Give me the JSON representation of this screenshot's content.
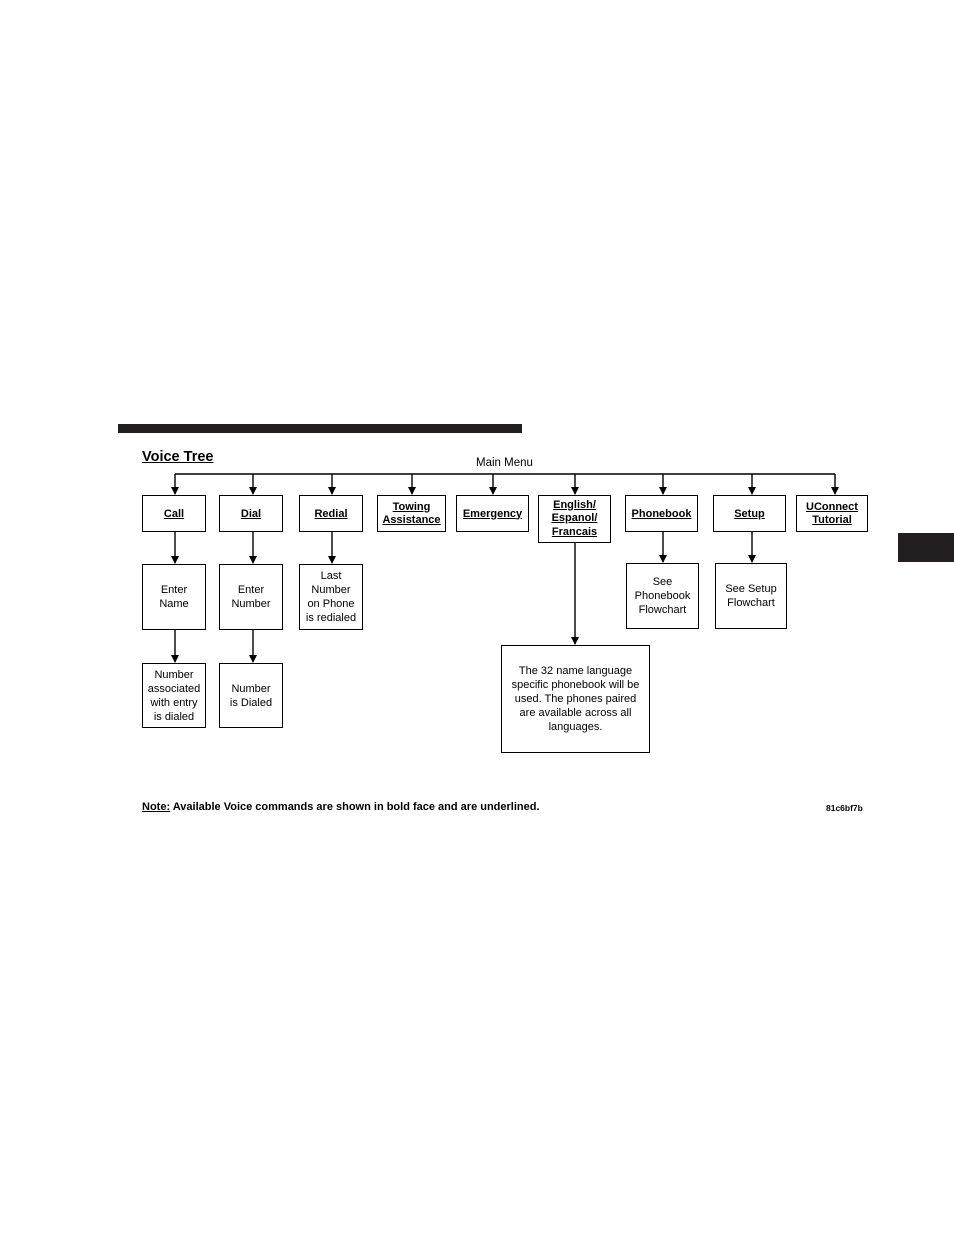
{
  "title": "Voice Tree",
  "root": "Main Menu",
  "commands": [
    {
      "id": "call",
      "label": "Call"
    },
    {
      "id": "dial",
      "label": "Dial"
    },
    {
      "id": "redial",
      "label": "Redial"
    },
    {
      "id": "towing",
      "label": "Towing\nAssistance"
    },
    {
      "id": "emergency",
      "label": "Emergency"
    },
    {
      "id": "language",
      "label": "English/\nEspanol/\nFrancais"
    },
    {
      "id": "phonebook",
      "label": "Phonebook"
    },
    {
      "id": "setup",
      "label": "Setup"
    },
    {
      "id": "tutorial",
      "label": "UConnect\nTutorial"
    }
  ],
  "results": {
    "call_1": "Enter\nName",
    "call_2": "Number\nassociated\nwith entry\nis dialed",
    "dial_1": "Enter\nNumber",
    "dial_2": "Number\nis Dialed",
    "redial_1": "Last\nNumber\non Phone\nis redialed",
    "language_1": "The 32 name language\nspecific phonebook will be\nused. The phones paired\nare available across all\nlanguages.",
    "phonebook_1": "See\nPhonebook\nFlowchart",
    "setup_1": "See Setup\nFlowchart"
  },
  "note": {
    "label": "Note:",
    "text": " Available Voice commands are shown in bold face and are underlined."
  },
  "figure_code": "81c6bf7b"
}
